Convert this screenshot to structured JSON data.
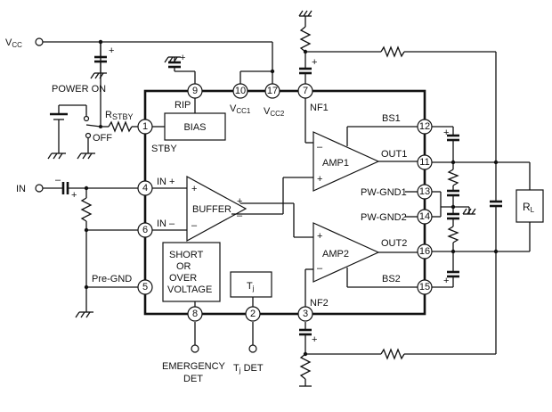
{
  "labels": {
    "vcc_in": "V",
    "vcc_in_sub": "CC",
    "in": "IN",
    "power_on": "POWER ON",
    "off": "OFF",
    "rstby": "R",
    "rstby_sub": "STBY",
    "stby": "STBY",
    "rip": "RIP",
    "bias": "BIAS",
    "vcc1": "V",
    "vcc1_sub": "CC1",
    "vcc2": "V",
    "vcc2_sub": "CC2",
    "nf1": "NF1",
    "nf2": "NF2",
    "in_plus": "IN +",
    "in_minus": "IN –",
    "buffer": "BUFFER",
    "amp1": "AMP1",
    "amp2": "AMP2",
    "bs1": "BS1",
    "bs2": "BS2",
    "out1": "OUT1",
    "out2": "OUT2",
    "pwgnd1": "PW-GND1",
    "pwgnd2": "PW-GND2",
    "pre_gnd": "Pre-GND",
    "protect_1": "SHORT",
    "protect_2": "OR",
    "protect_3": "OVER",
    "protect_4": "VOLTAGE",
    "tj": "T",
    "tj_sub": "j",
    "emergency_1": "EMERGENCY",
    "emergency_2": "DET",
    "tjdet": "T",
    "tjdet_sub": "j",
    "tjdet_suffix": " DET",
    "rl": "R",
    "rl_sub": "L",
    "plus": "+",
    "minus": "–"
  },
  "pins": [
    "1",
    "2",
    "3",
    "4",
    "5",
    "6",
    "7",
    "8",
    "9",
    "10",
    "11",
    "12",
    "13",
    "14",
    "15",
    "16",
    "17"
  ]
}
